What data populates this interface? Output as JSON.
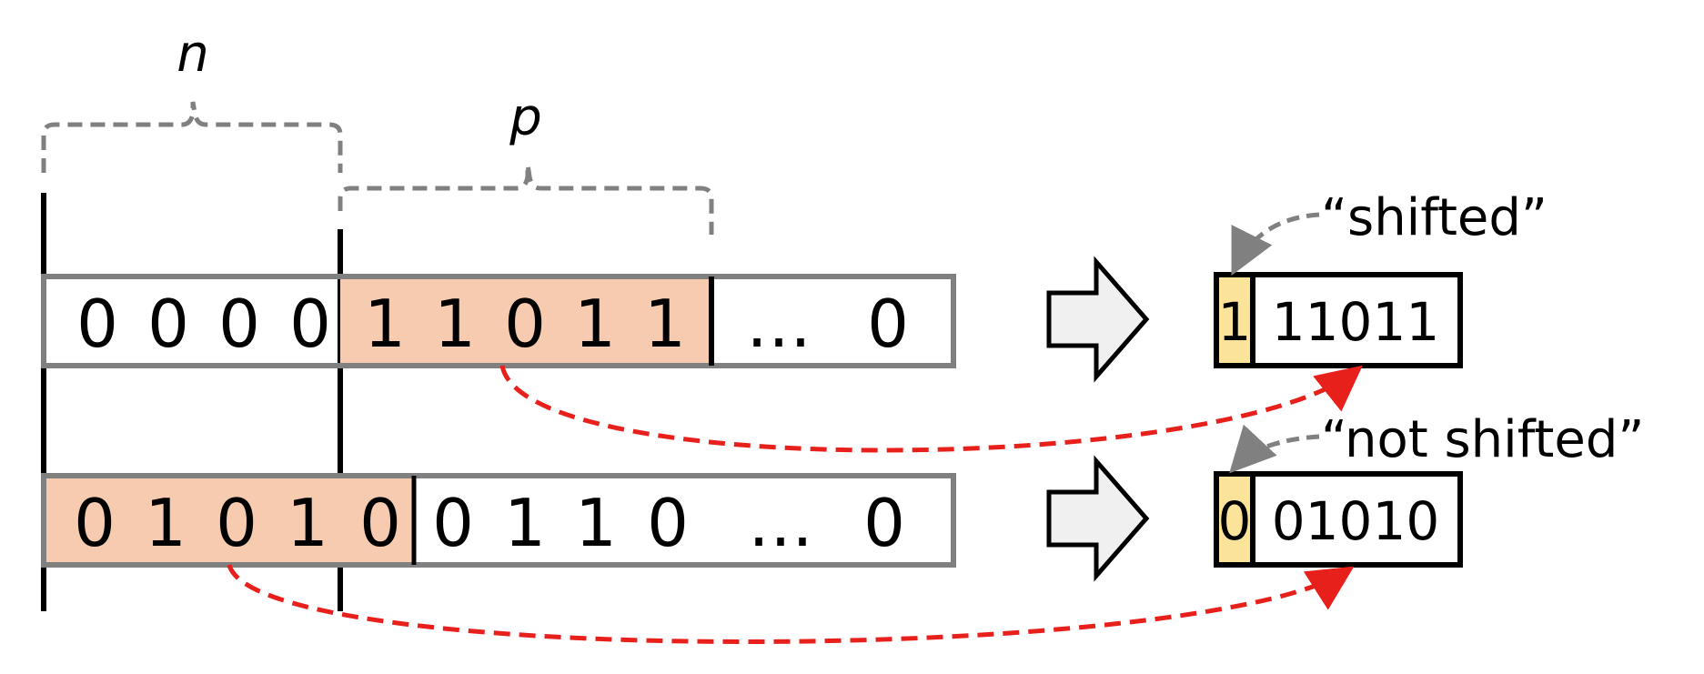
{
  "braces": {
    "n": "n",
    "p": "p"
  },
  "row1": {
    "bits": [
      "0",
      "0",
      "0",
      "0",
      "1",
      "1",
      "0",
      "1",
      "1"
    ],
    "ellipsis": "…",
    "last": "0",
    "result": {
      "flag": "1",
      "bits": "11011"
    },
    "label": "“shifted”"
  },
  "row2": {
    "bits": [
      "0",
      "1",
      "0",
      "1",
      "0",
      "0",
      "1",
      "1",
      "0"
    ],
    "ellipsis": "…",
    "last": "0",
    "result": {
      "flag": "0",
      "bits": "01010"
    },
    "label": "“not shifted”"
  },
  "colors": {
    "highlight": "#f6cbb0",
    "flag": "#fbe49a",
    "box_border": "#808080",
    "bracket": "#808080",
    "red_arrow": "#e8201b",
    "block_arrow_fill": "#f0f0f0"
  },
  "icons": [
    "right-block-arrow-icon",
    "curved-red-arrow-icon",
    "curved-gray-arrow-icon"
  ]
}
